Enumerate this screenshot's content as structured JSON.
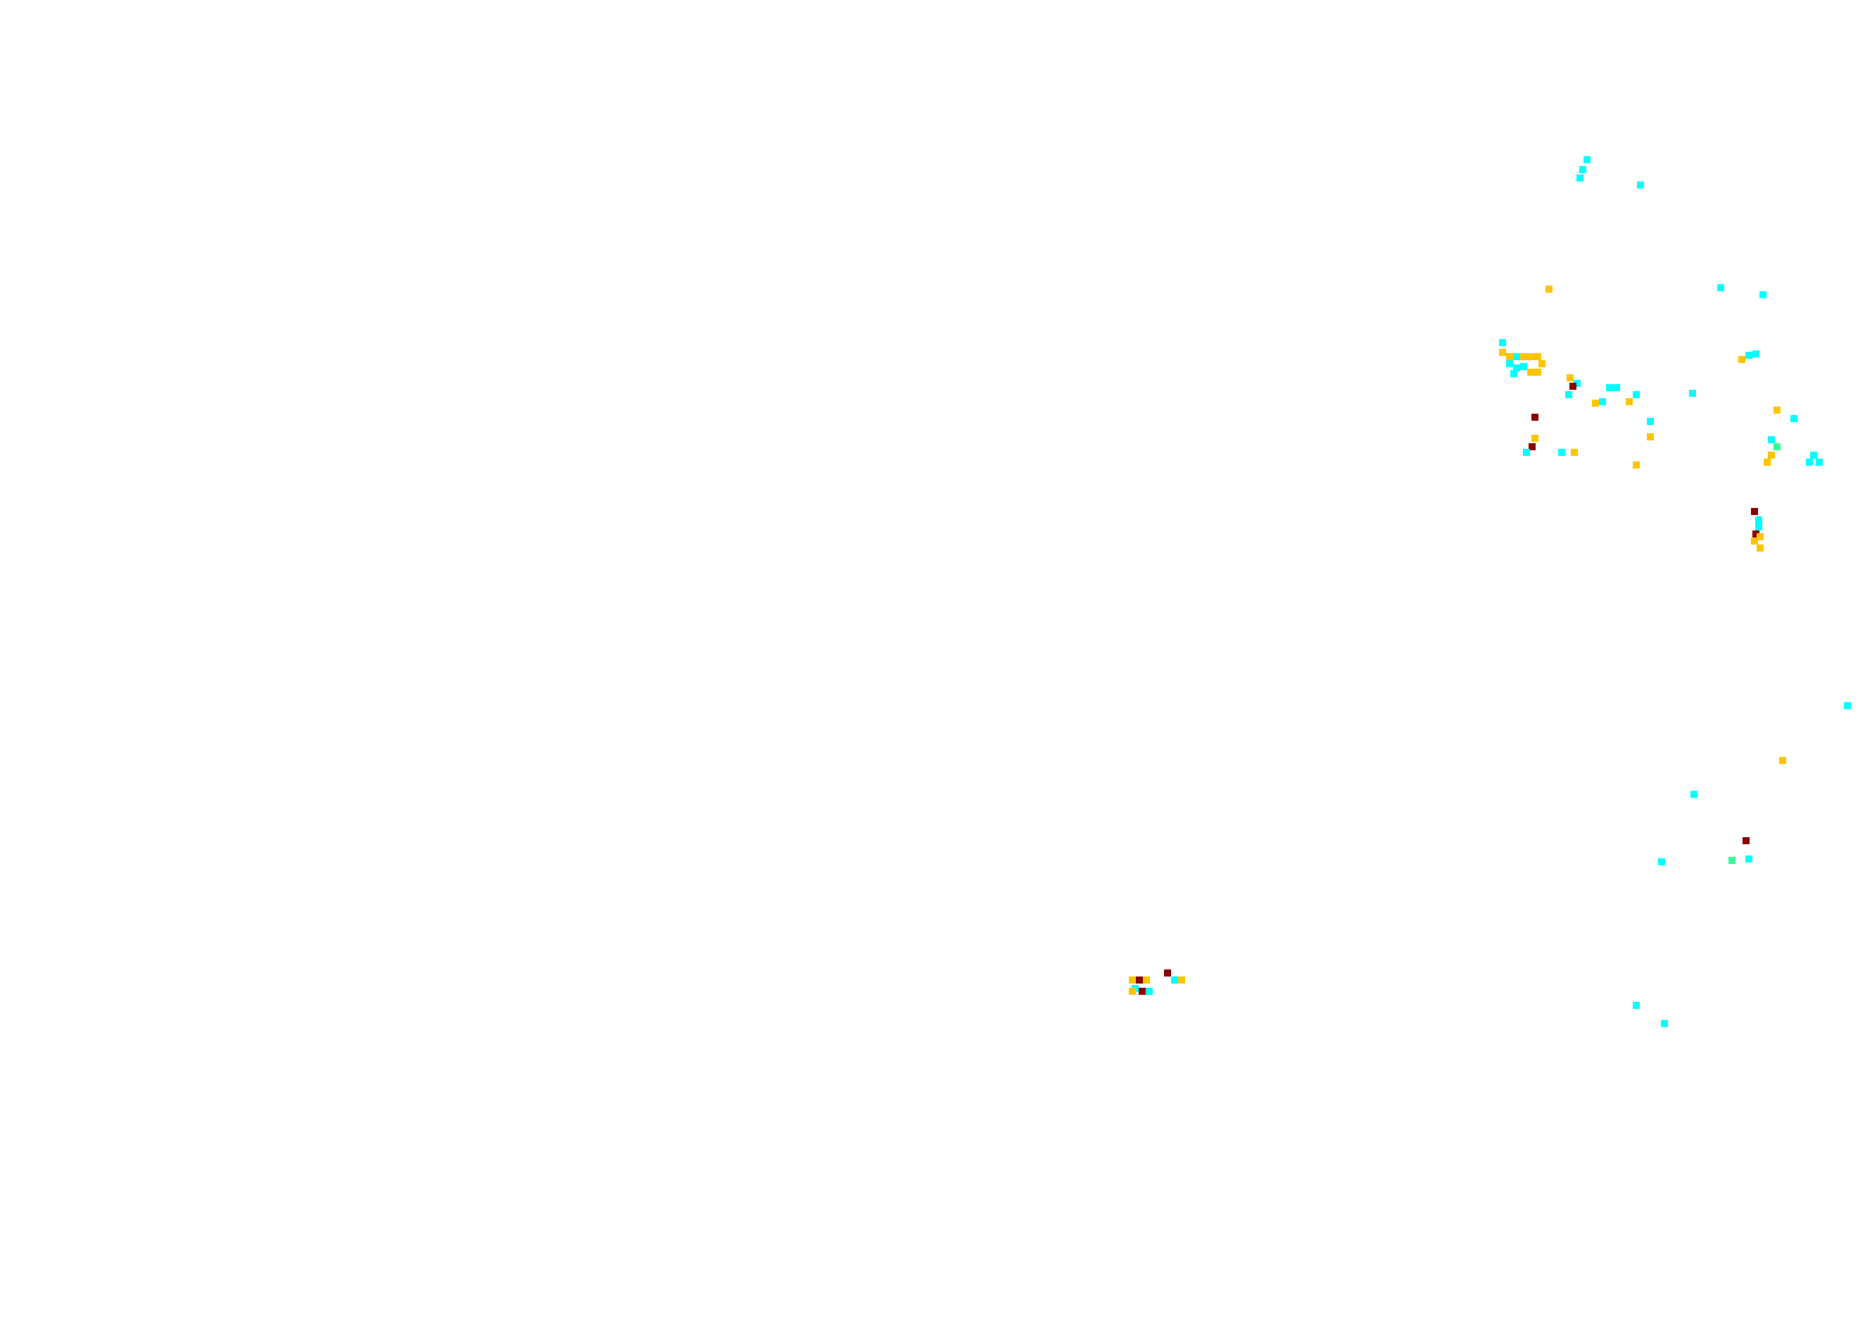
{
  "background_color": "#ffffff",
  "palette": {
    "cyan": "#00ffff",
    "gold": "#ffc400",
    "dark_red": "#8b0000",
    "green": "#33ff99"
  },
  "pixel_clusters": [
    {
      "name": "upper-right-top",
      "colors": [
        "cyan"
      ]
    },
    {
      "name": "upper-right-middle",
      "colors": [
        "cyan",
        "gold",
        "dark_red",
        "green"
      ]
    },
    {
      "name": "upper-right-lower",
      "colors": [
        "cyan",
        "gold",
        "dark_red"
      ]
    },
    {
      "name": "right-lower",
      "colors": [
        "cyan",
        "gold",
        "dark_red",
        "green"
      ]
    },
    {
      "name": "center-lower",
      "colors": [
        "cyan",
        "gold",
        "dark_red"
      ]
    }
  ]
}
